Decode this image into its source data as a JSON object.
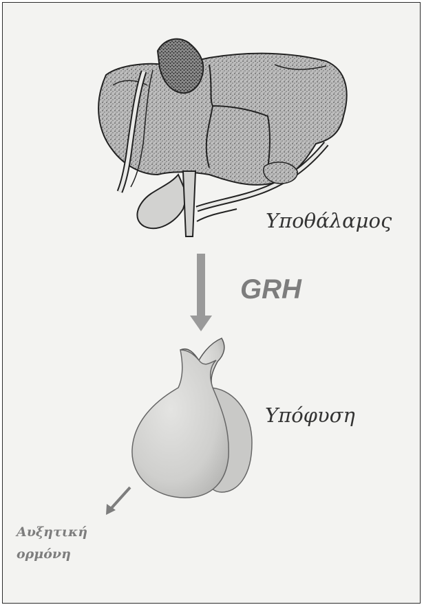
{
  "labels": {
    "hypothalamus": "Υποθάλαμος",
    "hormone_arrow": "GRH",
    "pituitary": "Υπόφυση",
    "growth_hormone_line1": "Αυξητική",
    "growth_hormone_line2": "ορμόνη"
  },
  "colors": {
    "background": "#f3f3f1",
    "frame_border": "#2a2a2a",
    "arrow": "#9a9a9a",
    "text_dark": "#333333",
    "text_grey": "#7d7d7d"
  }
}
